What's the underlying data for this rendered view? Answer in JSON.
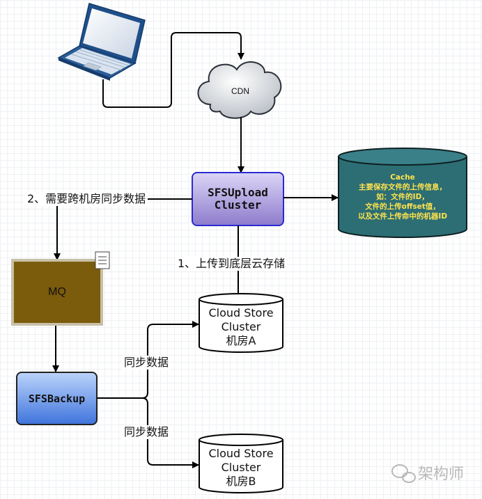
{
  "nodes": {
    "cdn": "CDN",
    "upload_line1": "SFSUpload",
    "upload_line2": "Cluster",
    "cache_title": "Cache",
    "cache_lines": [
      "主要保存文件的上传信息，",
      "如：文件的ID，",
      "文件的上传offset值，",
      "以及文件上传命中的机器ID"
    ],
    "mq": "MQ",
    "backup": "SFSBackup",
    "store_a": [
      "Cloud Store",
      "Cluster",
      "机房A"
    ],
    "store_b": [
      "Cloud Store",
      "Cluster",
      "机房B"
    ]
  },
  "edge_labels": {
    "cross_sync": "2、需要跨机房同步数据",
    "upload_to_store": "1、上传到底层云存储",
    "sync_a": "同步数据",
    "sync_b": "同步数据"
  },
  "watermark": "架构师",
  "colors": {
    "upload_fill": "#a99ad8",
    "upload_border": "#2a2ad0",
    "cache_fill": "#2c6e74",
    "cache_text": "#ffe34d",
    "mq_fill": "#7b5b0c",
    "backup_fill": "#5e8ee6"
  }
}
